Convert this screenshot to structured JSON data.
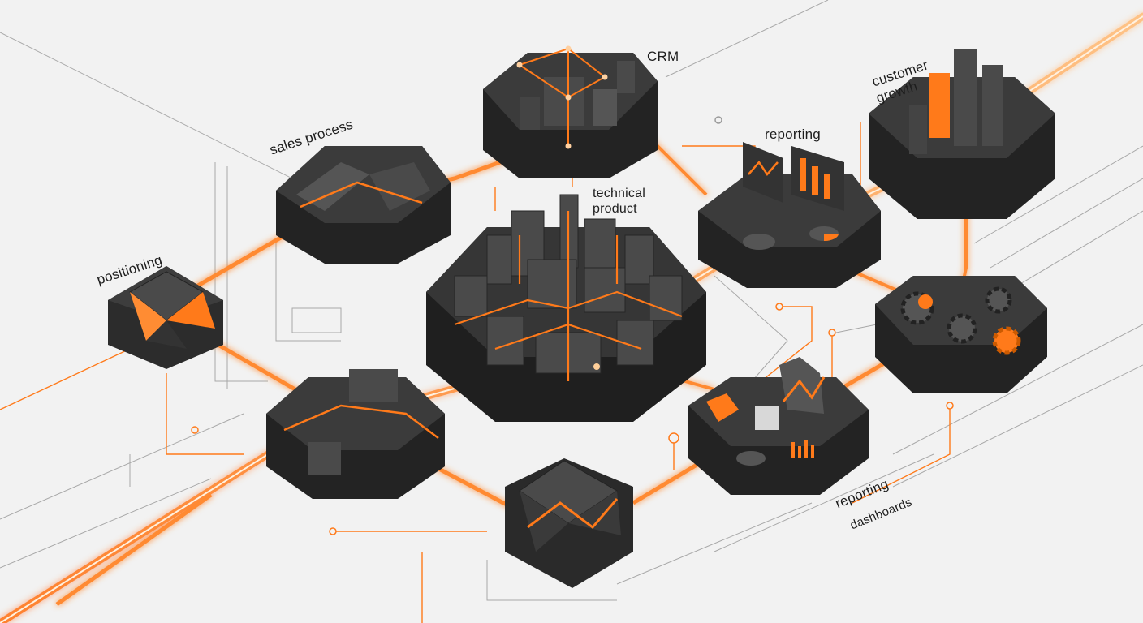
{
  "labels": {
    "crm": "CRM",
    "sales_process": "sales process",
    "customer_growth_1": "customer",
    "customer_growth_2": "growth",
    "reporting_top": "reporting",
    "technical_1": "technical",
    "technical_2": "product",
    "positioning": "positioning",
    "reporting_bottom": "reporting",
    "dashboards": "dashboards"
  },
  "colors": {
    "background": "#f2f2f2",
    "tile": "#3a3a3a",
    "tile_dark": "#262626",
    "tile_side": "#1c1c1c",
    "accent": "#ff7a1a",
    "glow": "#ffb066",
    "linework": "#9a9a9a"
  },
  "icons": [
    "octahedron-icon",
    "bar-chart-icon",
    "pie-chart-icon",
    "gear-icon",
    "building-icon",
    "line-chart-icon"
  ]
}
